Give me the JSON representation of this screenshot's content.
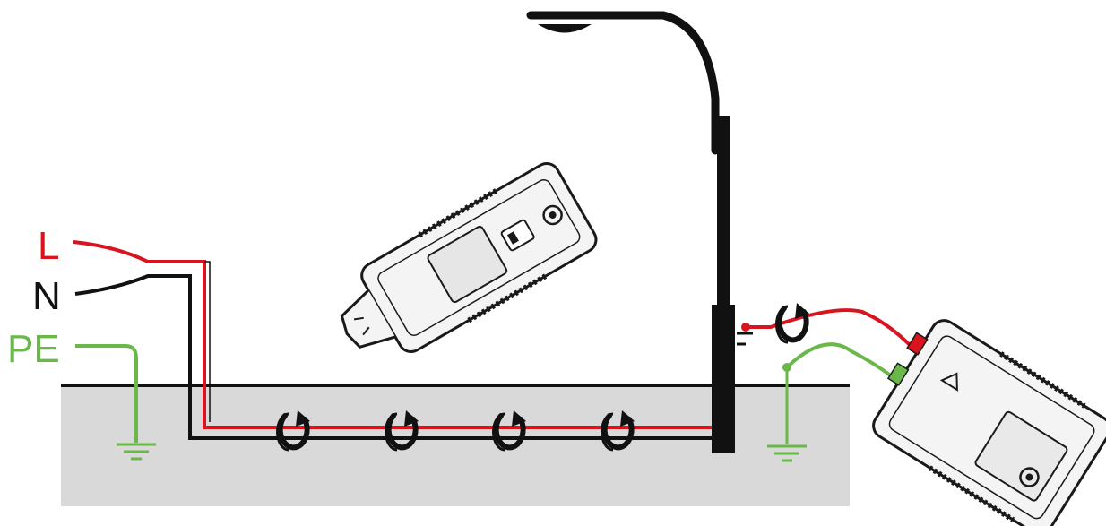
{
  "labels": {
    "line": "L",
    "neutral": "N",
    "protective_earth": "PE"
  },
  "colors": {
    "line": "#d9141f",
    "neutral": "#111111",
    "protective_earth": "#6ab84a",
    "ground": "#d9d9d9",
    "device_body": "#c8c8c8",
    "device_face": "#f4f4f4",
    "outline": "#1a1a1a"
  },
  "icons": {
    "cable_clamp": "clamp-ring-arrow-icon",
    "earth": "ground-symbol-icon",
    "lamp": "street-lamp-icon",
    "transmitter": "signal-generator-device-icon",
    "receiver": "clamp-receiver-device-icon"
  }
}
